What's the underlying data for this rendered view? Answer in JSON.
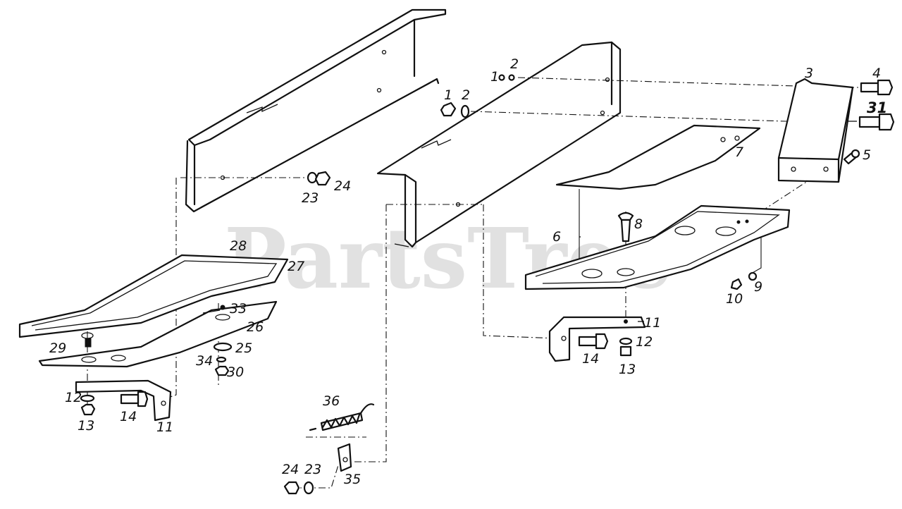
{
  "watermark": "PartsTree",
  "callouts": [
    {
      "id": "c1a",
      "text": "1"
    },
    {
      "id": "c2a",
      "text": "2"
    },
    {
      "id": "c1b",
      "text": "1"
    },
    {
      "id": "c2b",
      "text": "2"
    },
    {
      "id": "c3",
      "text": "3"
    },
    {
      "id": "c4",
      "text": "4"
    },
    {
      "id": "c31",
      "text": "31"
    },
    {
      "id": "c5",
      "text": "5"
    },
    {
      "id": "c7",
      "text": "7"
    },
    {
      "id": "c24a",
      "text": "24"
    },
    {
      "id": "c23a",
      "text": "23"
    },
    {
      "id": "c8",
      "text": "8"
    },
    {
      "id": "c6",
      "text": "6"
    },
    {
      "id": "c28",
      "text": "28"
    },
    {
      "id": "c27",
      "text": "27"
    },
    {
      "id": "c9",
      "text": "9"
    },
    {
      "id": "c10",
      "text": "10"
    },
    {
      "id": "c33",
      "text": "33"
    },
    {
      "id": "c26",
      "text": "26"
    },
    {
      "id": "c11a",
      "text": "11"
    },
    {
      "id": "c12a",
      "text": "12"
    },
    {
      "id": "c29",
      "text": "29"
    },
    {
      "id": "c25",
      "text": "25"
    },
    {
      "id": "c34",
      "text": "34"
    },
    {
      "id": "c30",
      "text": "30"
    },
    {
      "id": "c14a",
      "text": "14"
    },
    {
      "id": "c13a",
      "text": "13"
    },
    {
      "id": "c36",
      "text": "36"
    },
    {
      "id": "c12b",
      "text": "12"
    },
    {
      "id": "c13b",
      "text": "13"
    },
    {
      "id": "c14b",
      "text": "14"
    },
    {
      "id": "c11b",
      "text": "11"
    },
    {
      "id": "c24b",
      "text": "24"
    },
    {
      "id": "c23b",
      "text": "23"
    },
    {
      "id": "c35",
      "text": "35"
    }
  ]
}
